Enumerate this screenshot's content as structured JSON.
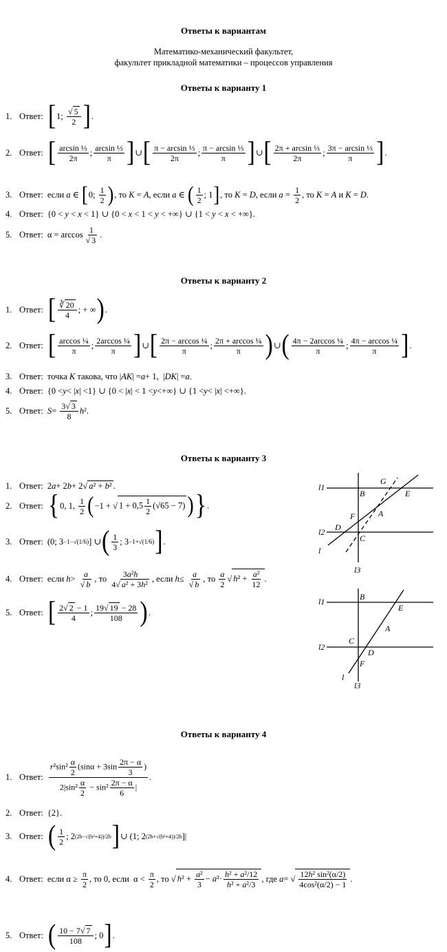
{
  "header": {
    "title": "Ответы к вариантам",
    "faculty_line1": "Математико-механический факультет,",
    "faculty_line2": "факультет прикладной математики – процессов управления"
  },
  "answer_label": "Ответ:",
  "variants": [
    {
      "title": "Ответы к варианту 1",
      "answers": [
        {
          "n": "1.",
          "text": "[1; √5/2]."
        },
        {
          "n": "2.",
          "text": "[arcsin(1/3)/(2π); arcsin(1/3)/π] ∪ [(π − arcsin(1/3))/(2π); (π − arcsin(1/3))/π] ∪ [(2π + arcsin(1/3))/(2π); (3π − arcsin(1/3))/π]."
        },
        {
          "n": "3.",
          "text": "если a ∈ [0; 1/2), то K = A, если a ∈ (1/2; 1], то K = D, если a = 1/2, то K = A и K = D."
        },
        {
          "n": "4.",
          "text": "{0 < y < x < 1} ∪ {0 < x < 1 < y < +∞} ∪ {1 < y < x < +∞}."
        },
        {
          "n": "5.",
          "text": "α = arccos(1/√3)."
        }
      ]
    },
    {
      "title": "Ответы к варианту 2",
      "answers": [
        {
          "n": "1.",
          "text": "[∛20/4; +∞)."
        },
        {
          "n": "2.",
          "text": "[arccos(1/4)/π; 2arccos(1/4)/π] ∪ [(2π − arccos(1/4))/π; (2π + arccos(1/4))/π) ∪ ((4π − 2arccos(1/4))/π; (4π − arccos(1/4))/π]."
        },
        {
          "n": "3.",
          "text": "точка K такова, что |AK| = a + 1, |DK| = a."
        },
        {
          "n": "4.",
          "text": "{0 < y < |x| < 1} ∪ {0 < |x| < 1 < y < +∞} ∪ {1 < y < |x| < +∞}."
        },
        {
          "n": "5.",
          "text": "S = (3√3/8) h²."
        }
      ]
    },
    {
      "title": "Ответы к варианту 3",
      "answers": [
        {
          "n": "1.",
          "text": "2a + 2b + 2√(a² + b²)."
        },
        {
          "n": "2.",
          "text": "{0, 1, ½(−1 + √(1 + 0,5·½(√65 − 7)))}."
        },
        {
          "n": "3.",
          "text": "(0; 3^(−1−√(1/6))] ∪ (1/3; 3^(−1+√(1/6))]."
        },
        {
          "n": "4.",
          "text": "если h > a/√b, то 3a²h/(4√(a² + 3h²)), если h ≤ a/√b, то (a/2)√(h² + a²/12)."
        },
        {
          "n": "5.",
          "text": "[(2√2 − 1)/4; (19√19 − 28)/108)."
        }
      ],
      "figure1_labels": [
        "l1",
        "l2",
        "l",
        "l3",
        "B",
        "G",
        "E",
        "F",
        "A",
        "D",
        "C"
      ],
      "figure2_labels": [
        "l1",
        "l2",
        "l",
        "l3",
        "B",
        "E",
        "A",
        "C",
        "D",
        "F"
      ]
    },
    {
      "title": "Ответы к варианту 4",
      "answers": [
        {
          "n": "1.",
          "text": "r²sin²(α/2)(sinα + 3sin((2π − α)/3)) / (2|sin²(α/2) − sin²((2π − α)/6)|)."
        },
        {
          "n": "2.",
          "text": "{2}."
        },
        {
          "n": "3.",
          "text": "(1/2; 2^((2b−√(b²+4))/(2b))] ∪ (1; 2^((2b+√(b²+4))/(2b))]."
        },
        {
          "n": "4.",
          "text": "если α ≥ π/2, то 0, если α < π/2, то √(h² + a²/3 − a²·(h² + a²/12)/(h² + a²/3)), где a = √(12h²sin²(α/2)/(4cos²(α/2) − 1))."
        },
        {
          "n": "5.",
          "text": "((10 − 7√7)/108; 0]."
        }
      ]
    }
  ]
}
